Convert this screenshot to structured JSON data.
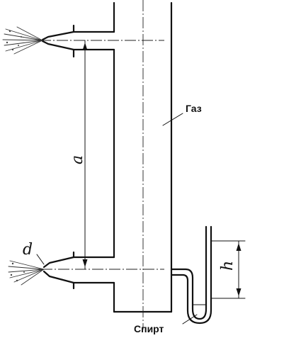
{
  "labels": {
    "gas": "Газ",
    "alcohol": "Спирт",
    "distance": "a",
    "diameter": "d",
    "height": "h"
  }
}
